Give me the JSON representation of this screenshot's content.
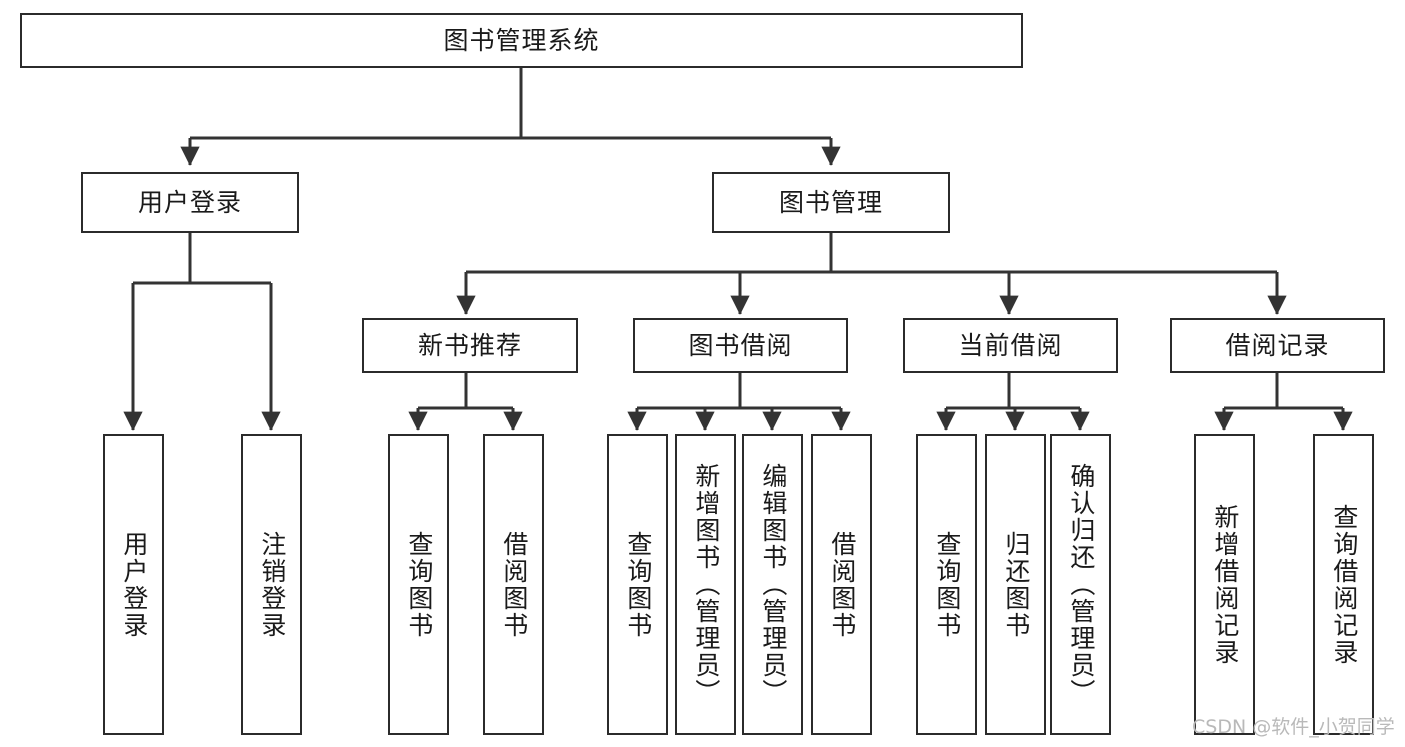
{
  "diagram": {
    "type": "tree",
    "title": "图书管理系统",
    "watermark": "CSDN @软件_小贺同学",
    "colors": {
      "border": "#2b2b2b",
      "background": "#ffffff",
      "text": "#1a1a1a",
      "edge": "#333333",
      "watermark": "#b9b9b9"
    },
    "root": {
      "id": "root",
      "label": "图书管理系统",
      "orientation": "horizontal"
    },
    "level2": [
      {
        "id": "user-login",
        "label": "用户登录",
        "orientation": "horizontal"
      },
      {
        "id": "book-management",
        "label": "图书管理",
        "orientation": "horizontal"
      }
    ],
    "level3": [
      {
        "id": "new-book-recommend",
        "label": "新书推荐",
        "orientation": "horizontal",
        "parent": "book-management"
      },
      {
        "id": "book-borrow",
        "label": "图书借阅",
        "orientation": "horizontal",
        "parent": "book-management"
      },
      {
        "id": "current-borrow",
        "label": "当前借阅",
        "orientation": "horizontal",
        "parent": "book-management"
      },
      {
        "id": "borrow-record",
        "label": "借阅记录",
        "orientation": "horizontal",
        "parent": "book-management"
      }
    ],
    "leaves": {
      "user_login": [
        {
          "id": "leaf-user-login",
          "label": "用户登录",
          "orientation": "vertical"
        },
        {
          "id": "leaf-logout",
          "label": "注销登录",
          "orientation": "vertical"
        }
      ],
      "new_book_recommend": [
        {
          "id": "leaf-query-book-1",
          "label": "查询图书",
          "orientation": "vertical"
        },
        {
          "id": "leaf-borrow-book-1",
          "label": "借阅图书",
          "orientation": "vertical"
        }
      ],
      "book_borrow": [
        {
          "id": "leaf-query-book-2",
          "label": "查询图书",
          "orientation": "vertical"
        },
        {
          "id": "leaf-add-book",
          "label": "新增图书（管理员）",
          "orientation": "vertical"
        },
        {
          "id": "leaf-edit-book",
          "label": "编辑图书（管理员）",
          "orientation": "vertical"
        },
        {
          "id": "leaf-borrow-book-2",
          "label": "借阅图书",
          "orientation": "vertical"
        }
      ],
      "current_borrow": [
        {
          "id": "leaf-query-book-3",
          "label": "查询图书",
          "orientation": "vertical"
        },
        {
          "id": "leaf-return-book",
          "label": "归还图书",
          "orientation": "vertical"
        },
        {
          "id": "leaf-confirm-return",
          "label": "确认归还（管理员）",
          "orientation": "vertical"
        }
      ],
      "borrow_record": [
        {
          "id": "leaf-add-record",
          "label": "新增借阅记录",
          "orientation": "vertical"
        },
        {
          "id": "leaf-query-record",
          "label": "查询借阅记录",
          "orientation": "vertical"
        }
      ]
    }
  }
}
